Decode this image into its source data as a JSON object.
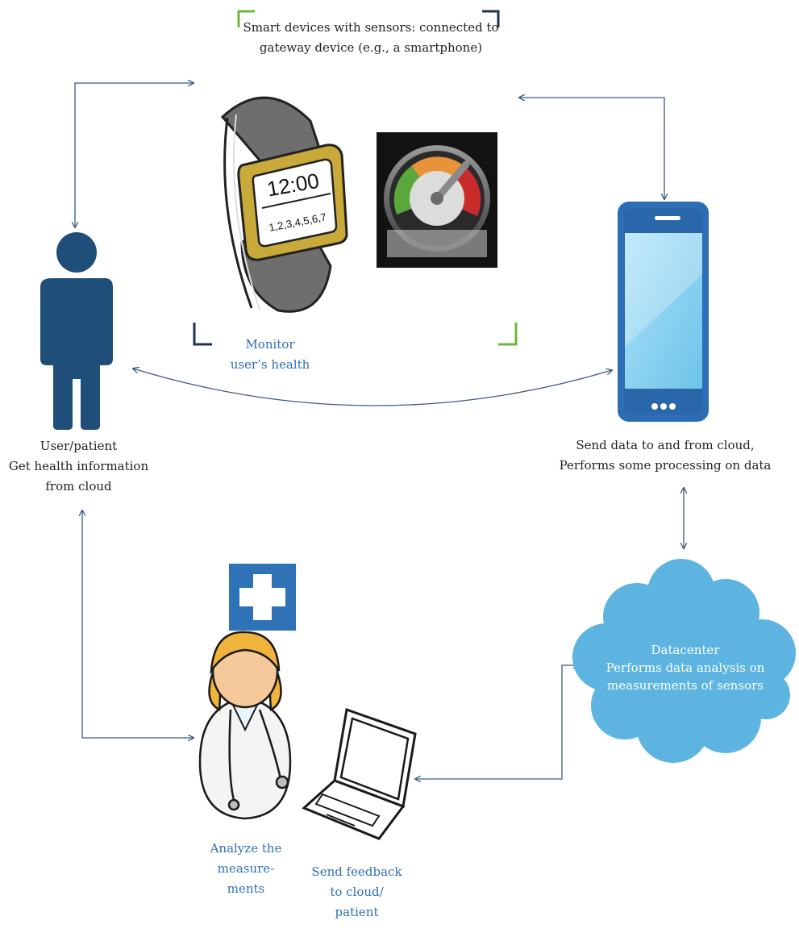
{
  "colors": {
    "person": "#1f4e79",
    "phone": "#2c6db3",
    "phone_screen": "#8fd3f2",
    "cloud": "#5db4e0",
    "arrow": "#3b5b80",
    "accent_text": "#2f6fb3",
    "bracket_green": "#6fb43c",
    "bracket_navy": "#1f3350",
    "cross_bg": "#2f72b6"
  },
  "icons": {
    "person": "person-icon",
    "watch": "smartwatch-icon",
    "gauge": "gauge-icon",
    "phone": "smartphone-icon",
    "cloud": "cloud-icon",
    "medical": "medical-cross-icon",
    "doctor": "doctor-icon",
    "laptop": "laptop-icon"
  },
  "watch_screen": {
    "time": "12:00",
    "days": "1,2,3,4,5,6,7"
  },
  "labels": {
    "sensors": "Smart devices with sensors: connected to\ngateway device (e.g., a smartphone)",
    "monitor": "Monitor\nuser’s health",
    "user": "User/patient\nGet health information\nfrom cloud",
    "gateway": "Send data to and from cloud,\nPerforms some processing on data",
    "datacenter": "Datacenter\nPerforms data analysis on\nmeasurements of sensors",
    "analyze": "Analyze the\nmeasure-\nments",
    "feedback": "Send feedback\nto cloud/\npatient"
  }
}
